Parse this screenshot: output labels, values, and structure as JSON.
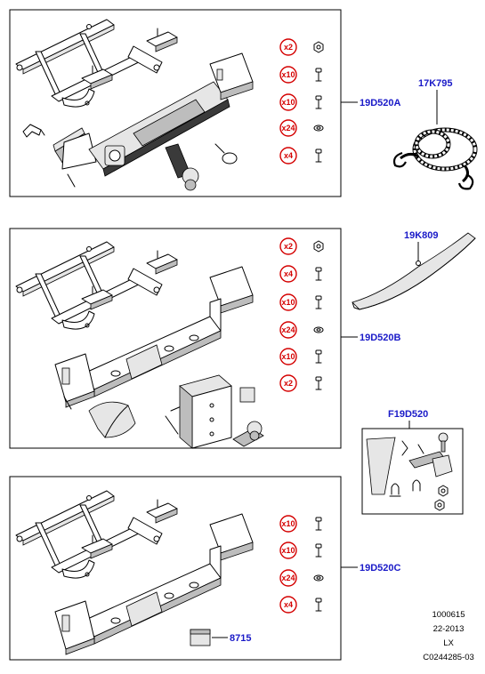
{
  "panels": [
    {
      "id": "A",
      "part_number": "19D520A",
      "quantities": [
        "x2",
        "x10",
        "x10",
        "x24",
        "x4"
      ]
    },
    {
      "id": "B",
      "part_number": "19D520B",
      "quantities": [
        "x2",
        "x4",
        "x10",
        "x24",
        "x10",
        "x2"
      ]
    },
    {
      "id": "C",
      "part_number": "19D520C",
      "quantities": [
        "x10",
        "x10",
        "x24",
        "x4"
      ],
      "extra_part": "8715"
    }
  ],
  "side_parts": {
    "tow_rope": "17K795",
    "bumper_trim": "19K809",
    "kit": "F19D520"
  },
  "footer": {
    "line1": "1000615",
    "line2": "22-2013",
    "line3": "LX",
    "line4": "C0244285-03"
  },
  "colors": {
    "qty_ring": "#d40000",
    "part_label": "#1a1ac8"
  }
}
